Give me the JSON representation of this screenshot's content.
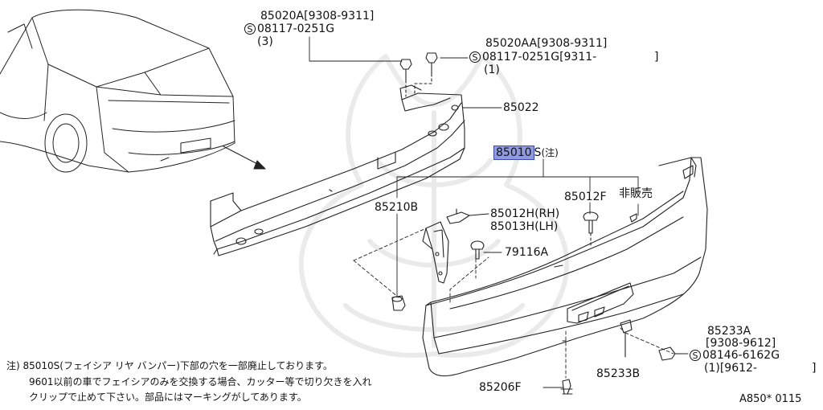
{
  "callouts": {
    "p85020A": "85020A",
    "p85020A_range": "[9308-9311]",
    "p85020A_bolt": "08117-0251G",
    "p85020A_qty": "(3)",
    "p85020AA": "85020AA",
    "p85020AA_range": "[9308-9311]",
    "p85020AA_bolt": "08117-0251G[9311-",
    "p85020AA_bolt_close": "]",
    "p85020AA_qty": "(1)",
    "p85022": "85022",
    "p85010S": "85010",
    "p85010S_suffix": "S",
    "p85010S_note": "(注)",
    "p85012F": "85012F",
    "not_for_sale": "非販売",
    "p85210B": "85210B",
    "p85012H": "85012H(RH)",
    "p85013H": "85013H(LH)",
    "p79116A": "79116A",
    "p85233A": "85233A",
    "p85233A_range": "[9308-9612]",
    "p85233A_bolt": "08146-6162G",
    "p85233A_qty": "(1)[9612-",
    "p85233A_qty_close": "]",
    "p85233B": "85233B",
    "p85206F": "85206F",
    "s_symbol": "S"
  },
  "note": {
    "line1": "注) 85010S(フェイシア リヤ バンパー)下部の穴を一部廃止しております。",
    "line2": "9601以前の車でフェイシアのみを交換する場合、カッター等で切り欠きを入れ",
    "line3": "クリップで止めて下さい。部品にはマーキングがしてあります。"
  },
  "drawing_id": "A850* 0115",
  "highlight_color": "#8f9ae0"
}
